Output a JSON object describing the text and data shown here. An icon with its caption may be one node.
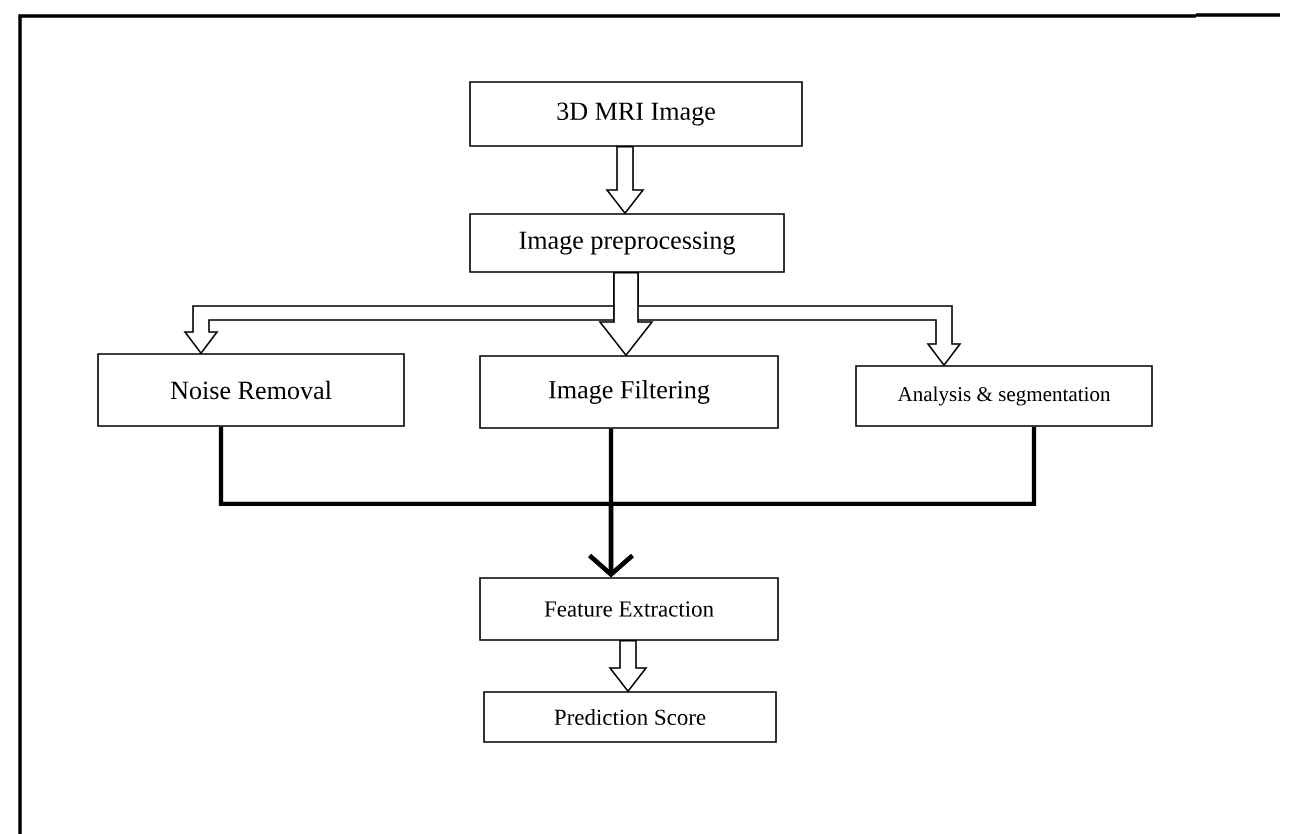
{
  "diagram": {
    "nodes": [
      {
        "text": [
          "3D MRI Image"
        ]
      },
      {
        "text": [
          "Image preprocessing"
        ]
      },
      {
        "text": [
          "Noise Removal"
        ]
      },
      {
        "text": [
          "Image Filtering"
        ]
      },
      {
        "text": [
          "Analysis & segmentation"
        ]
      },
      {
        "text": [
          "Feature Extraction"
        ]
      },
      {
        "text": [
          "Prediction Score"
        ]
      }
    ],
    "edges": [
      {
        "from": 0,
        "to": 1,
        "arrow": "to",
        "style": "thick"
      },
      {
        "from": 1,
        "to": 2,
        "arrow": "to",
        "style": "thick"
      },
      {
        "from": 1,
        "to": 3,
        "arrow": "to",
        "style": "thick"
      },
      {
        "from": 1,
        "to": 4,
        "arrow": "to",
        "style": "thick"
      },
      {
        "from": 2,
        "to": 5,
        "arrow": "to"
      },
      {
        "from": 3,
        "to": 5,
        "arrow": "to"
      },
      {
        "from": 4,
        "to": 5,
        "arrow": "to"
      },
      {
        "from": 5,
        "to": 6,
        "arrow": "to",
        "style": "thick"
      }
    ]
  }
}
